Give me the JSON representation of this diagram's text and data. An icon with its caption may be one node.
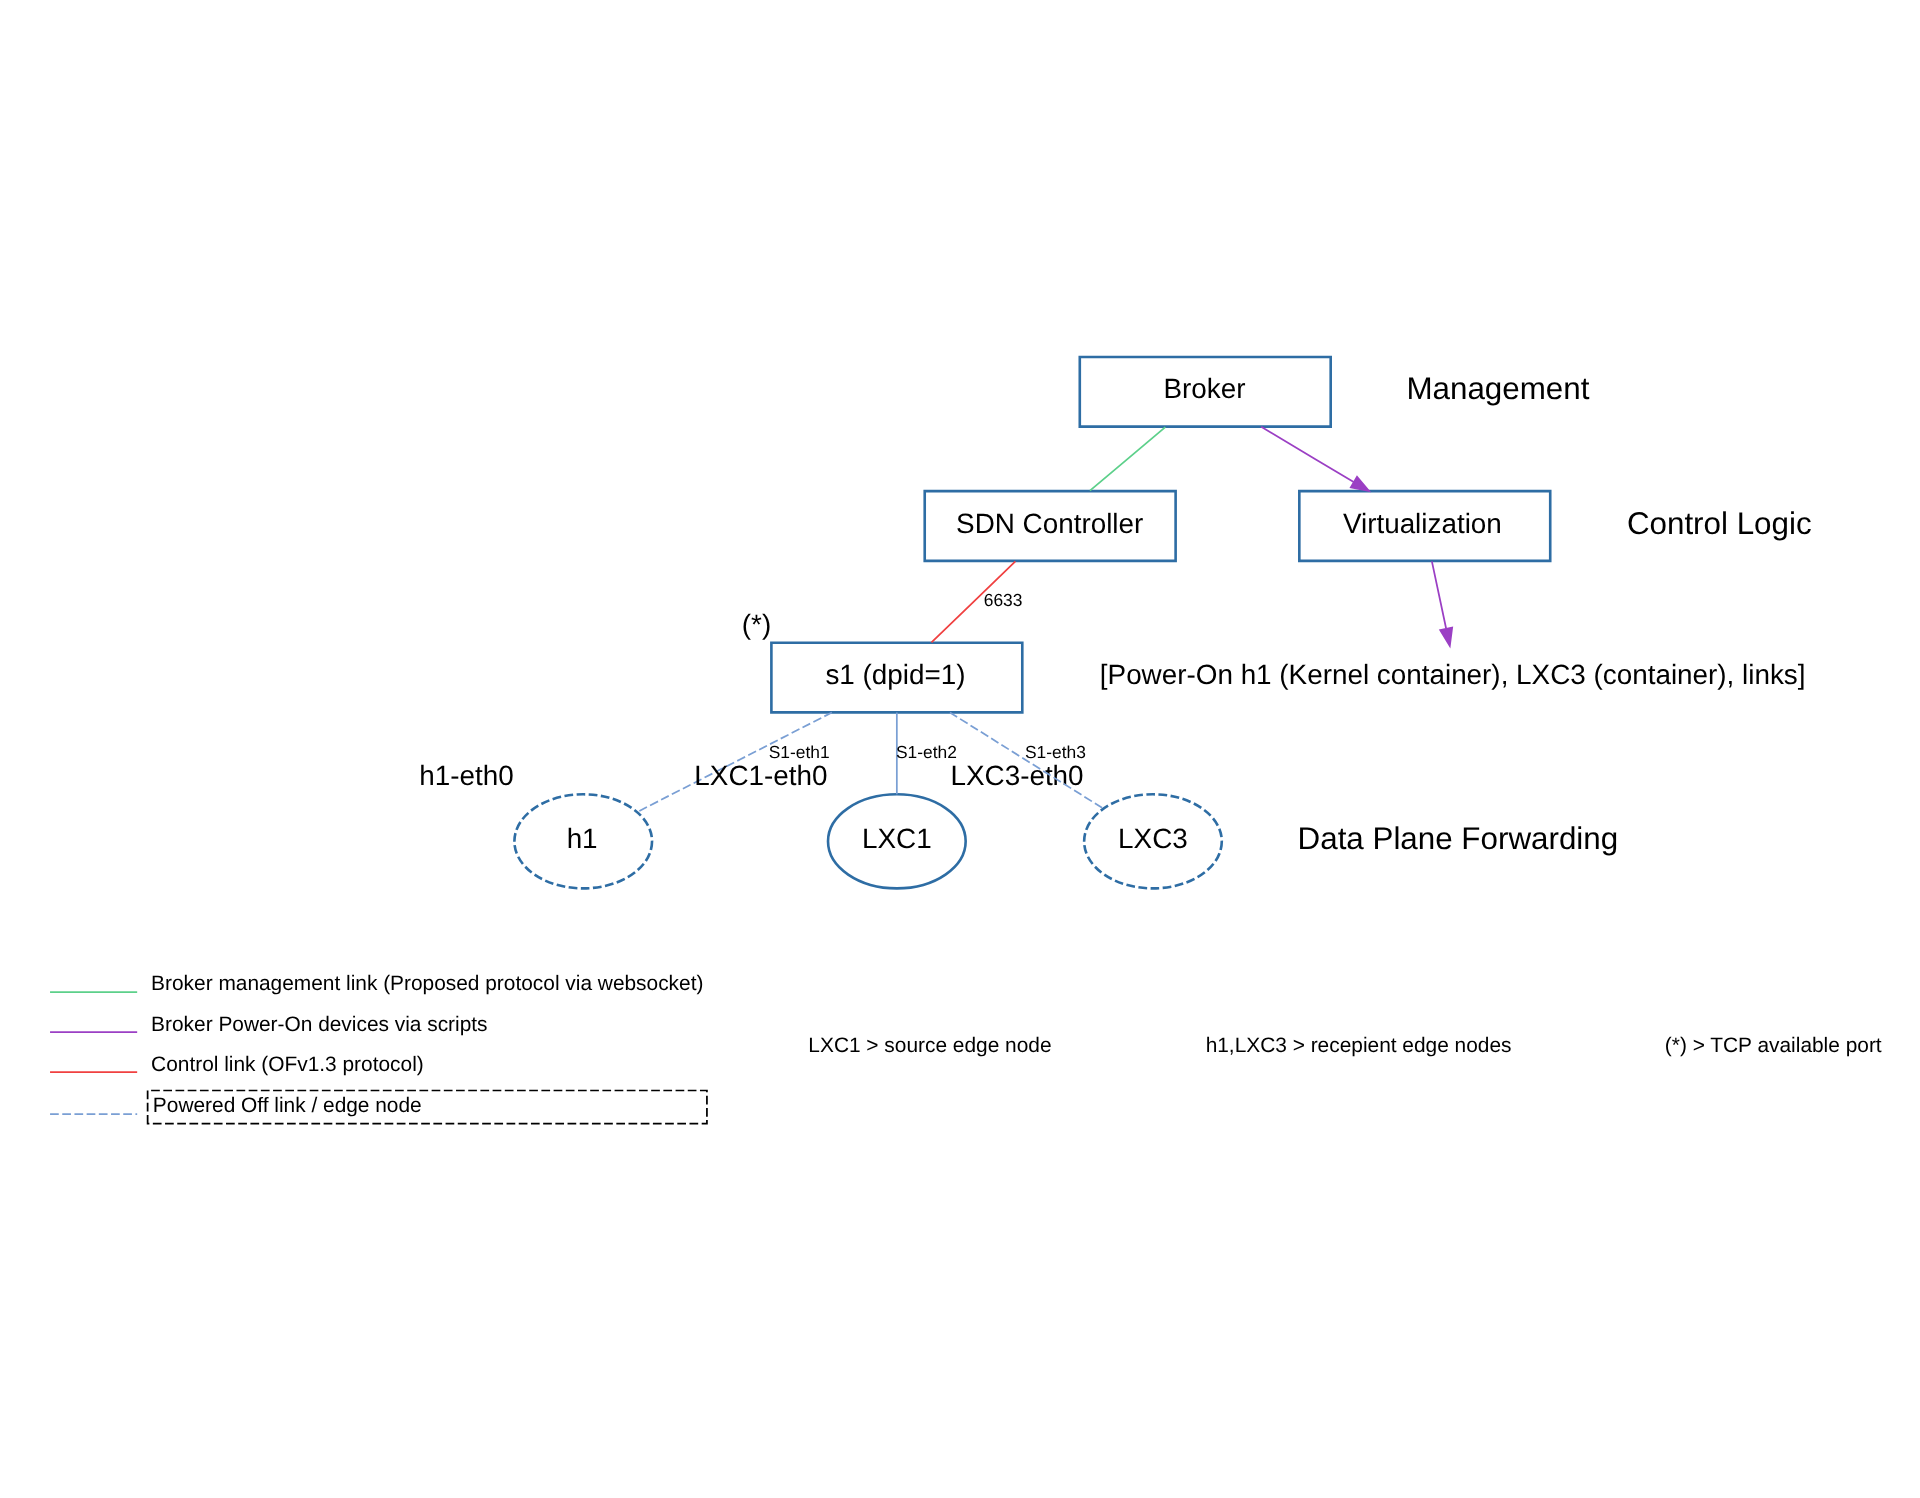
{
  "diagram": {
    "nodes": [
      {
        "text": [
          "Broker"
        ]
      },
      {
        "text": [
          "SDN Controller"
        ]
      },
      {
        "text": [
          "s1 (dpid=1)"
        ],
        "beside": [
          "(*)"
        ]
      },
      {
        "text": [
          "Virtualization"
        ]
      },
      {
        "text": [
          "[Power-On h1 (Kernel container), LXC3 (container), links]"
        ]
      },
      {
        "text": [
          "h1"
        ],
        "beside": [
          "h1-eth0"
        ]
      },
      {
        "text": [
          "LXC1"
        ],
        "beside": [
          "LXC1-eth0"
        ]
      },
      {
        "text": [
          "LXC3"
        ],
        "beside": [
          "LXC3-eth0"
        ]
      }
    ],
    "edges": [
      {
        "from": 0,
        "to": 1,
        "arrow": "none",
        "color": "#5cd08a"
      },
      {
        "from": 1,
        "to": 2,
        "arrow": "none",
        "label": "6633",
        "color": "#f04040"
      },
      {
        "from": 0,
        "to": 3,
        "arrow": "to",
        "color": "#9b3fc4"
      },
      {
        "from": 3,
        "to": 4,
        "arrow": "to",
        "color": "#9b3fc4"
      },
      {
        "from": 2,
        "to": 5,
        "arrow": "none",
        "label": "S1-eth1",
        "style": "dashed"
      },
      {
        "from": 2,
        "to": 6,
        "arrow": "none",
        "label": "S1-eth2"
      },
      {
        "from": 2,
        "to": 7,
        "arrow": "none",
        "label": "S1-eth3",
        "style": "dashed"
      }
    ],
    "labels": [
      "Management",
      "Control Logic",
      "Data Plane Forwarding",
      "LXC1 > source edge node",
      "h1,LXC3 > recepient edge nodes",
      "(*) > TCP available port"
    ],
    "legend": [
      {
        "text": "Broker management link (Proposed protocol via websocket)"
      },
      {
        "text": "Broker Power-On devices via scripts"
      },
      {
        "text": "Control link (OFv1.3 protocol)"
      },
      {
        "text": "Powered Off link / edge node"
      }
    ]
  }
}
